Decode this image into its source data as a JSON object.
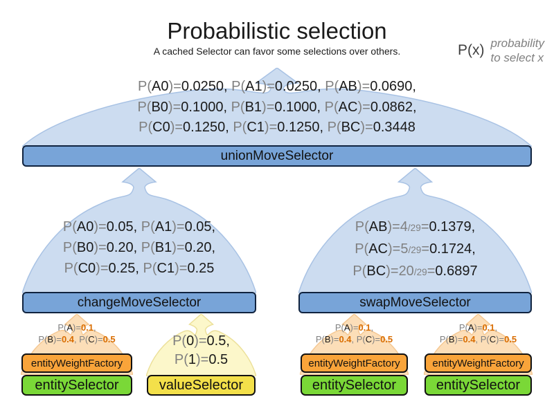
{
  "title": "Probabilistic selection",
  "subtitle": "A cached Selector can favor some selections over others.",
  "legend": {
    "symbol": "P(x)",
    "note_line1": "probability",
    "note_line2": "to select x"
  },
  "colors": {
    "dome_blue_fill": "#ccdcf0",
    "dome_blue_stroke": "#a8c2e4",
    "dome_peach_fill": "#fcdeb8",
    "dome_yellow_fill": "#fcf7ca",
    "bar_blue": "#78a4d8",
    "orange_box": "#f9a43a",
    "green_box": "#7ad837",
    "yellow_box": "#f3e04a",
    "gray_text": "#808080",
    "orange_value_text": "#d96d00"
  },
  "union_selector": {
    "label": "unionMoveSelector",
    "prob_lines": [
      [
        {
          "t": "P(",
          "c": "g"
        },
        {
          "t": "A0",
          "c": "k"
        },
        {
          "t": ")=",
          "c": "g"
        },
        {
          "t": "0.0250, ",
          "c": "k"
        },
        {
          "t": "P(",
          "c": "g"
        },
        {
          "t": "A1",
          "c": "k"
        },
        {
          "t": ")=",
          "c": "g"
        },
        {
          "t": "0.0250, ",
          "c": "k"
        },
        {
          "t": "P(",
          "c": "g"
        },
        {
          "t": "AB",
          "c": "k"
        },
        {
          "t": ")=",
          "c": "g"
        },
        {
          "t": "0.0690,",
          "c": "k"
        }
      ],
      [
        {
          "t": "P(",
          "c": "g"
        },
        {
          "t": "B0",
          "c": "k"
        },
        {
          "t": ")=",
          "c": "g"
        },
        {
          "t": "0.1000, ",
          "c": "k"
        },
        {
          "t": "P(",
          "c": "g"
        },
        {
          "t": "B1",
          "c": "k"
        },
        {
          "t": ")=",
          "c": "g"
        },
        {
          "t": "0.1000, ",
          "c": "k"
        },
        {
          "t": "P(",
          "c": "g"
        },
        {
          "t": "AC",
          "c": "k"
        },
        {
          "t": ")=",
          "c": "g"
        },
        {
          "t": "0.0862,",
          "c": "k"
        }
      ],
      [
        {
          "t": "P(",
          "c": "g"
        },
        {
          "t": "C0",
          "c": "k"
        },
        {
          "t": ")=",
          "c": "g"
        },
        {
          "t": "0.1250, ",
          "c": "k"
        },
        {
          "t": "P(",
          "c": "g"
        },
        {
          "t": "C1",
          "c": "k"
        },
        {
          "t": ")=",
          "c": "g"
        },
        {
          "t": "0.1250, ",
          "c": "k"
        },
        {
          "t": "P(",
          "c": "g"
        },
        {
          "t": "BC",
          "c": "k"
        },
        {
          "t": ")=",
          "c": "g"
        },
        {
          "t": "0.3448",
          "c": "k"
        }
      ]
    ]
  },
  "change_selector": {
    "label": "changeMoveSelector",
    "prob_lines": [
      [
        {
          "t": "P(",
          "c": "g"
        },
        {
          "t": "A0",
          "c": "k"
        },
        {
          "t": ")=",
          "c": "g"
        },
        {
          "t": "0.05, ",
          "c": "k"
        },
        {
          "t": "P(",
          "c": "g"
        },
        {
          "t": "A1",
          "c": "k"
        },
        {
          "t": ")=",
          "c": "g"
        },
        {
          "t": "0.05,",
          "c": "k"
        }
      ],
      [
        {
          "t": "P(",
          "c": "g"
        },
        {
          "t": "B0",
          "c": "k"
        },
        {
          "t": ")=",
          "c": "g"
        },
        {
          "t": "0.20, ",
          "c": "k"
        },
        {
          "t": "P(",
          "c": "g"
        },
        {
          "t": "B1",
          "c": "k"
        },
        {
          "t": ")=",
          "c": "g"
        },
        {
          "t": "0.20,",
          "c": "k"
        }
      ],
      [
        {
          "t": "P(",
          "c": "g"
        },
        {
          "t": "C0",
          "c": "k"
        },
        {
          "t": ")=",
          "c": "g"
        },
        {
          "t": "0.25, ",
          "c": "k"
        },
        {
          "t": "P(",
          "c": "g"
        },
        {
          "t": "C1",
          "c": "k"
        },
        {
          "t": ")=",
          "c": "g"
        },
        {
          "t": "0.25",
          "c": "k"
        }
      ]
    ]
  },
  "swap_selector": {
    "label": "swapMoveSelector",
    "prob_lines": [
      [
        {
          "t": "P(",
          "c": "g"
        },
        {
          "t": "AB",
          "c": "k"
        },
        {
          "t": ")=",
          "c": "g"
        },
        {
          "t": "4",
          "c": "g"
        },
        {
          "t": "/29",
          "c": "s"
        },
        {
          "t": "=",
          "c": "g"
        },
        {
          "t": "0.1379,",
          "c": "k"
        }
      ],
      [
        {
          "t": "P(",
          "c": "g"
        },
        {
          "t": "AC",
          "c": "k"
        },
        {
          "t": ")=",
          "c": "g"
        },
        {
          "t": "5",
          "c": "g"
        },
        {
          "t": "/29",
          "c": "s"
        },
        {
          "t": "=",
          "c": "g"
        },
        {
          "t": "0.1724,",
          "c": "k"
        }
      ],
      [
        {
          "t": "P(",
          "c": "g"
        },
        {
          "t": "BC",
          "c": "k"
        },
        {
          "t": ")=",
          "c": "g"
        },
        {
          "t": "20",
          "c": "g"
        },
        {
          "t": "/29",
          "c": "s"
        },
        {
          "t": "=",
          "c": "g"
        },
        {
          "t": "0.6897",
          "c": "k"
        }
      ]
    ]
  },
  "entity_weight": {
    "box_label": "entityWeightFactory",
    "prob_lines": [
      [
        {
          "t": "P(",
          "c": "g"
        },
        {
          "t": "A",
          "c": "k"
        },
        {
          "t": ")=",
          "c": "g"
        },
        {
          "t": "0.1",
          "c": "o"
        },
        {
          "t": ",",
          "c": "g"
        }
      ],
      [
        {
          "t": "P(",
          "c": "g"
        },
        {
          "t": "B",
          "c": "k"
        },
        {
          "t": ")=",
          "c": "g"
        },
        {
          "t": "0.4",
          "c": "o"
        },
        {
          "t": ", ",
          "c": "g"
        },
        {
          "t": "P(",
          "c": "g"
        },
        {
          "t": "C",
          "c": "k"
        },
        {
          "t": ")=",
          "c": "g"
        },
        {
          "t": "0.5",
          "c": "o"
        }
      ]
    ]
  },
  "entity_selector_label": "entitySelector",
  "value_selector": {
    "box_label": "valueSelector",
    "prob_lines": [
      [
        {
          "t": "P(",
          "c": "g"
        },
        {
          "t": "0",
          "c": "k"
        },
        {
          "t": ")=",
          "c": "g"
        },
        {
          "t": "0.5,",
          "c": "k"
        }
      ],
      [
        {
          "t": "P(",
          "c": "g"
        },
        {
          "t": "1",
          "c": "k"
        },
        {
          "t": ")=",
          "c": "g"
        },
        {
          "t": "0.5",
          "c": "k"
        }
      ]
    ]
  }
}
